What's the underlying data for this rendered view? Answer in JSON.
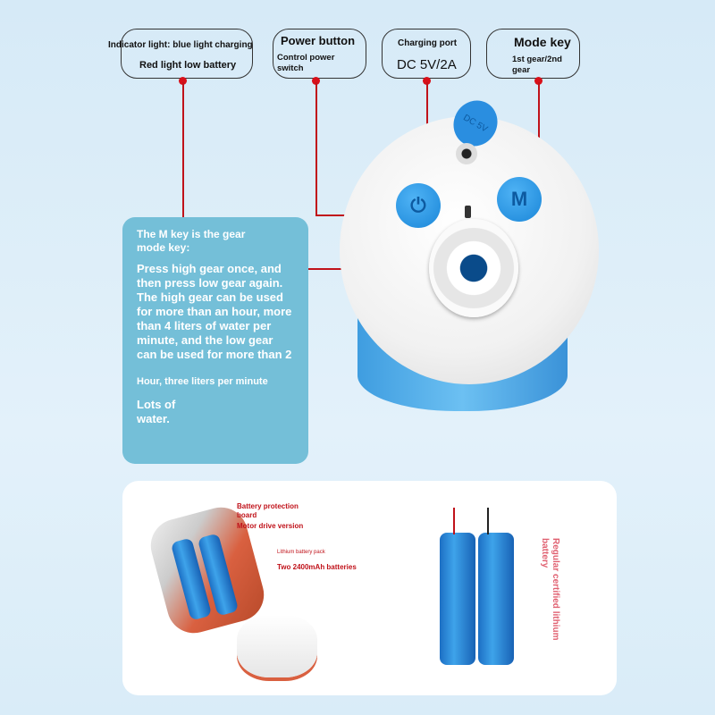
{
  "labels": {
    "indicator": {
      "line1": "Indicator light: blue light charging",
      "line2": "Red light low battery"
    },
    "power": {
      "title": "Power button",
      "desc": "Control power switch"
    },
    "charging": {
      "title": "Charging port",
      "value": "DC 5V/2A"
    },
    "mode": {
      "title": "Mode key",
      "desc": "1st gear/2nd gear"
    }
  },
  "device": {
    "power_icon": "⏻",
    "mode_letter": "M",
    "cap_text": "DC 5V"
  },
  "info": {
    "heading": "The M key is the gear mode key:",
    "body": "Press high gear once, and then press low gear again. The high gear can be used for more than an hour, more than 4 liters of water per minute, and the low gear can be used for more than 2",
    "line2": "Hour, three liters per minute",
    "line3": "Lots of water."
  },
  "panel": {
    "protection": "Battery protection board",
    "motor": "Motor drive version",
    "pack": "Lithium battery pack",
    "batteries": "Two 2400mAh batteries",
    "certified": "Regular certified lithium battery"
  }
}
